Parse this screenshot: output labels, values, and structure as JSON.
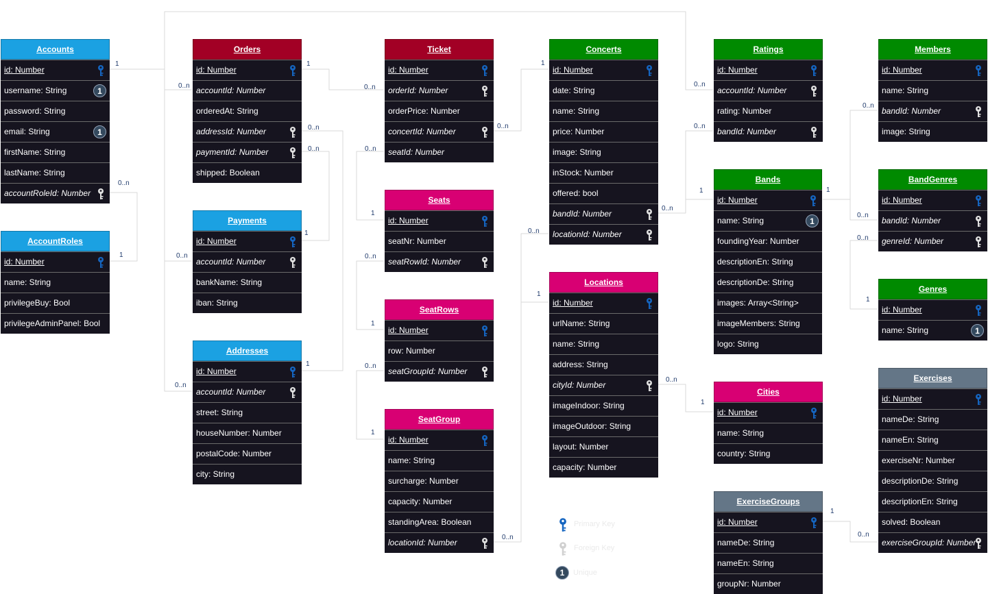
{
  "colors": {
    "blue": "#1ba1e2",
    "red": "#a20025",
    "green": "#008a00",
    "pink": "#d80073",
    "slate": "#647687",
    "row_bg": "#16141f",
    "pk_key": "#1565c0",
    "fk_key": "#e0e0e0",
    "unique_badge": "#34495e"
  },
  "tables": [
    {
      "name": "Accounts",
      "color": "blue",
      "fields": [
        {
          "text": "id: Number",
          "kind": "pk"
        },
        {
          "text": "username: String",
          "kind": "unique"
        },
        {
          "text": "password: String",
          "kind": "plain"
        },
        {
          "text": "email: String",
          "kind": "unique"
        },
        {
          "text": "firstName: String",
          "kind": "plain"
        },
        {
          "text": "lastName: String",
          "kind": "plain"
        },
        {
          "text": "accountRoleId: Number",
          "kind": "fk"
        }
      ]
    },
    {
      "name": "AccountRoles",
      "color": "blue",
      "fields": [
        {
          "text": "id: Number",
          "kind": "pk"
        },
        {
          "text": "name: String",
          "kind": "plain"
        },
        {
          "text": "privilegeBuy: Bool",
          "kind": "plain"
        },
        {
          "text": "privilegeAdminPanel: Bool",
          "kind": "plain"
        }
      ]
    },
    {
      "name": "Orders",
      "color": "red",
      "fields": [
        {
          "text": "id: Number",
          "kind": "pk"
        },
        {
          "text": "accountId: Number",
          "kind": "fk-noicon"
        },
        {
          "text": "orderedAt: String",
          "kind": "plain"
        },
        {
          "text": "addressId: Number",
          "kind": "fk"
        },
        {
          "text": "paymentId: Number",
          "kind": "fk"
        },
        {
          "text": "shipped: Boolean",
          "kind": "plain"
        }
      ]
    },
    {
      "name": "Payments",
      "color": "blue",
      "fields": [
        {
          "text": "id: Number",
          "kind": "pk"
        },
        {
          "text": "accountId: Number",
          "kind": "fk"
        },
        {
          "text": "bankName: String",
          "kind": "plain"
        },
        {
          "text": "iban: String",
          "kind": "plain"
        }
      ]
    },
    {
      "name": "Addresses",
      "color": "blue",
      "fields": [
        {
          "text": "id: Number",
          "kind": "pk"
        },
        {
          "text": "accountId: Number",
          "kind": "fk"
        },
        {
          "text": "street: String",
          "kind": "plain"
        },
        {
          "text": "houseNumber: Number",
          "kind": "plain"
        },
        {
          "text": "postalCode: Number",
          "kind": "plain"
        },
        {
          "text": "city: String",
          "kind": "plain"
        }
      ]
    },
    {
      "name": "Ticket",
      "color": "red",
      "fields": [
        {
          "text": "id: Number",
          "kind": "pk"
        },
        {
          "text": "orderId: Number",
          "kind": "fk"
        },
        {
          "text": "orderPrice: Number",
          "kind": "plain"
        },
        {
          "text": "concertId: Number",
          "kind": "fk"
        },
        {
          "text": "seatId: Number",
          "kind": "fk-noicon"
        }
      ]
    },
    {
      "name": "Seats",
      "color": "pink",
      "fields": [
        {
          "text": "id: Number",
          "kind": "pk"
        },
        {
          "text": "seatNr: Number",
          "kind": "plain"
        },
        {
          "text": "seatRowId: Number",
          "kind": "fk"
        }
      ]
    },
    {
      "name": "SeatRows",
      "color": "pink",
      "fields": [
        {
          "text": "id: Number",
          "kind": "pk"
        },
        {
          "text": "row: Number",
          "kind": "plain"
        },
        {
          "text": "seatGroupId: Number",
          "kind": "fk"
        }
      ]
    },
    {
      "name": "SeatGroup",
      "color": "pink",
      "fields": [
        {
          "text": "id: Number",
          "kind": "pk"
        },
        {
          "text": "name: String",
          "kind": "plain"
        },
        {
          "text": "surcharge: Number",
          "kind": "plain"
        },
        {
          "text": "capacity: Number",
          "kind": "plain"
        },
        {
          "text": "standingArea: Boolean",
          "kind": "plain"
        },
        {
          "text": "locationId: Number",
          "kind": "fk"
        }
      ]
    },
    {
      "name": "Concerts",
      "color": "green",
      "fields": [
        {
          "text": "id: Number",
          "kind": "pk"
        },
        {
          "text": "date: String",
          "kind": "plain"
        },
        {
          "text": "name: String",
          "kind": "plain"
        },
        {
          "text": "price: Number",
          "kind": "plain"
        },
        {
          "text": "image: String",
          "kind": "plain"
        },
        {
          "text": "inStock: Number",
          "kind": "plain"
        },
        {
          "text": "offered: bool",
          "kind": "plain"
        },
        {
          "text": "bandId: Number",
          "kind": "fk"
        },
        {
          "text": "locationId: Number",
          "kind": "fk"
        }
      ]
    },
    {
      "name": "Locations",
      "color": "pink",
      "fields": [
        {
          "text": "id: Number",
          "kind": "pk"
        },
        {
          "text": "urlName: String",
          "kind": "plain"
        },
        {
          "text": "name: String",
          "kind": "plain"
        },
        {
          "text": "address: String",
          "kind": "plain"
        },
        {
          "text": "cityId: Number",
          "kind": "fk"
        },
        {
          "text": "imageIndoor: String",
          "kind": "plain"
        },
        {
          "text": "imageOutdoor: String",
          "kind": "plain"
        },
        {
          "text": "layout: Number",
          "kind": "plain"
        },
        {
          "text": "capacity: Number",
          "kind": "plain"
        }
      ]
    },
    {
      "name": "Ratings",
      "color": "green",
      "fields": [
        {
          "text": "id: Number",
          "kind": "pk"
        },
        {
          "text": "accountId: Number",
          "kind": "fk"
        },
        {
          "text": "rating: Number",
          "kind": "plain"
        },
        {
          "text": "bandId: Number",
          "kind": "fk"
        }
      ]
    },
    {
      "name": "Bands",
      "color": "green",
      "fields": [
        {
          "text": "id: Number",
          "kind": "pk"
        },
        {
          "text": "name: String",
          "kind": "unique"
        },
        {
          "text": "foundingYear: Number",
          "kind": "plain"
        },
        {
          "text": "descriptionEn: String",
          "kind": "plain"
        },
        {
          "text": "descriptionDe: String",
          "kind": "plain"
        },
        {
          "text": "images: Array<String>",
          "kind": "plain"
        },
        {
          "text": "imageMembers: String",
          "kind": "plain"
        },
        {
          "text": "logo: String",
          "kind": "plain"
        }
      ]
    },
    {
      "name": "Cities",
      "color": "pink",
      "fields": [
        {
          "text": "id: Number",
          "kind": "pk"
        },
        {
          "text": "name: String",
          "kind": "plain"
        },
        {
          "text": "country: String",
          "kind": "plain"
        }
      ]
    },
    {
      "name": "ExerciseGroups",
      "color": "slate",
      "fields": [
        {
          "text": "id: Number",
          "kind": "pk"
        },
        {
          "text": "nameDe: String",
          "kind": "plain"
        },
        {
          "text": "nameEn: String",
          "kind": "plain"
        },
        {
          "text": "groupNr: Number",
          "kind": "plain"
        }
      ]
    },
    {
      "name": "Members",
      "color": "green",
      "fields": [
        {
          "text": "id: Number",
          "kind": "pk"
        },
        {
          "text": "name: String",
          "kind": "plain"
        },
        {
          "text": "bandId: Number",
          "kind": "fk"
        },
        {
          "text": "image: String",
          "kind": "plain"
        }
      ]
    },
    {
      "name": "BandGenres",
      "color": "green",
      "fields": [
        {
          "text": "id: Number",
          "kind": "pk"
        },
        {
          "text": "bandId: Number",
          "kind": "fk"
        },
        {
          "text": "genreId: Number",
          "kind": "fk"
        }
      ]
    },
    {
      "name": "Genres",
      "color": "green",
      "fields": [
        {
          "text": "id: Number",
          "kind": "pk"
        },
        {
          "text": "name: String",
          "kind": "unique"
        }
      ]
    },
    {
      "name": "Exercises",
      "color": "slate",
      "fields": [
        {
          "text": "id: Number",
          "kind": "pk"
        },
        {
          "text": "nameDe: String",
          "kind": "plain"
        },
        {
          "text": "nameEn: String",
          "kind": "plain"
        },
        {
          "text": "exerciseNr: Number",
          "kind": "plain"
        },
        {
          "text": "descriptionDe: String",
          "kind": "plain"
        },
        {
          "text": "descriptionEn: String",
          "kind": "plain"
        },
        {
          "text": "solved: Boolean",
          "kind": "plain"
        },
        {
          "text": "exerciseGroupId: Number",
          "kind": "fk"
        }
      ]
    }
  ],
  "relations": [
    {
      "from": "Orders.accountId",
      "to": "Accounts.id",
      "from_card": "0..n",
      "to_card": "1"
    },
    {
      "from": "Ratings.accountId",
      "to": "Accounts.id",
      "from_card": "0..n",
      "to_card": ""
    },
    {
      "from": "Accounts.accountRoleId",
      "to": "AccountRoles.id",
      "from_card": "0..n",
      "to_card": "1"
    },
    {
      "from": "Payments.accountId",
      "to": "Accounts.id",
      "from_card": "0..n",
      "to_card": ""
    },
    {
      "from": "Addresses.accountId",
      "to": "Accounts.id",
      "from_card": "0..n",
      "to_card": ""
    },
    {
      "from": "Orders.paymentId",
      "to": "Payments.id",
      "from_card": "0..n",
      "to_card": "1"
    },
    {
      "from": "Orders.addressId",
      "to": "Addresses.id",
      "from_card": "0..n",
      "to_card": "1"
    },
    {
      "from": "Ticket.orderId",
      "to": "Orders.id",
      "from_card": "0..n",
      "to_card": "1"
    },
    {
      "from": "Ticket.concertId",
      "to": "Concerts.id",
      "from_card": "0..n",
      "to_card": "1"
    },
    {
      "from": "Ticket.seatId",
      "to": "Seats.id",
      "from_card": "0..n",
      "to_card": "1"
    },
    {
      "from": "Seats.seatRowId",
      "to": "SeatRows.id",
      "from_card": "0..n",
      "to_card": "1"
    },
    {
      "from": "SeatRows.seatGroupId",
      "to": "SeatGroup.id",
      "from_card": "0..n",
      "to_card": "1"
    },
    {
      "from": "SeatGroup.locationId",
      "to": "Locations.id",
      "from_card": "0..n",
      "to_card": ""
    },
    {
      "from": "Concerts.locationId",
      "to": "Locations.id",
      "from_card": "0..n",
      "to_card": "1"
    },
    {
      "from": "Concerts.bandId",
      "to": "Bands.id",
      "from_card": "0..n",
      "to_card": "1"
    },
    {
      "from": "Ratings.bandId",
      "to": "Bands.id",
      "from_card": "0..n",
      "to_card": ""
    },
    {
      "from": "Members.bandId",
      "to": "Bands.id",
      "from_card": "0..n",
      "to_card": "1"
    },
    {
      "from": "BandGenres.bandId",
      "to": "Bands.id",
      "from_card": "0..n",
      "to_card": ""
    },
    {
      "from": "BandGenres.genreId",
      "to": "Genres.id",
      "from_card": "0..n",
      "to_card": "1"
    },
    {
      "from": "Locations.cityId",
      "to": "Cities.id",
      "from_card": "0..n",
      "to_card": "1"
    },
    {
      "from": "Exercises.exerciseGroupId",
      "to": "ExerciseGroups.id",
      "from_card": "0..n",
      "to_card": "1"
    }
  ],
  "legend": [
    {
      "label": "Primary Key",
      "icon": "primary-key-icon"
    },
    {
      "label": "Foreign Key",
      "icon": "foreign-key-icon"
    },
    {
      "label": "Unique",
      "icon": "unique-icon",
      "badge_text": "1"
    }
  ]
}
